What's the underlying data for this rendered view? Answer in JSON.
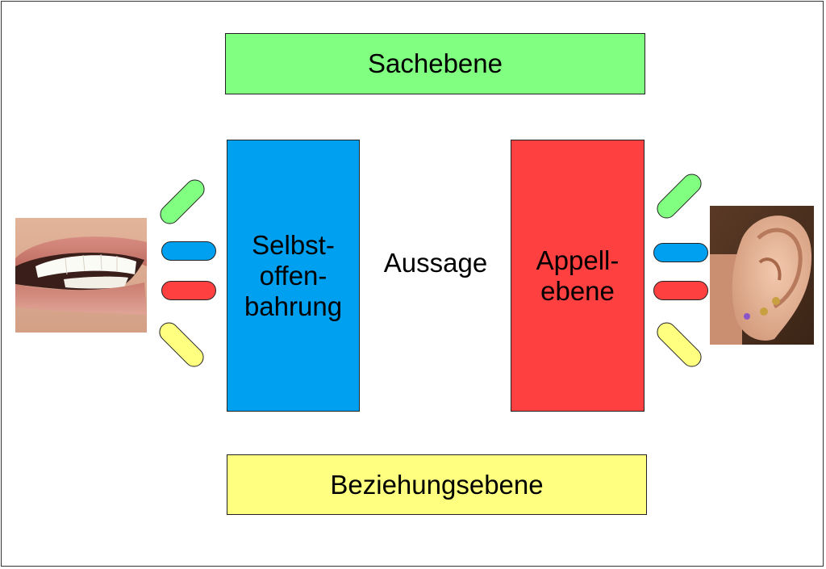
{
  "diagram": {
    "top_box": {
      "label": "Sachebene",
      "color": "#80ff80"
    },
    "left_box": {
      "label": "Selbst-\noffen-\nbahrung",
      "color": "#00a0f0"
    },
    "center_label": "Aussage",
    "right_box": {
      "label": "Appell-\nebene",
      "color": "#ff4040"
    },
    "bottom_box": {
      "label": "Beziehungsebene",
      "color": "#ffff80"
    },
    "pill_colors": [
      "#80ff80",
      "#00a0f0",
      "#ff4040",
      "#ffff80"
    ],
    "left_image": "mouth-photo",
    "right_image": "ear-photo"
  }
}
